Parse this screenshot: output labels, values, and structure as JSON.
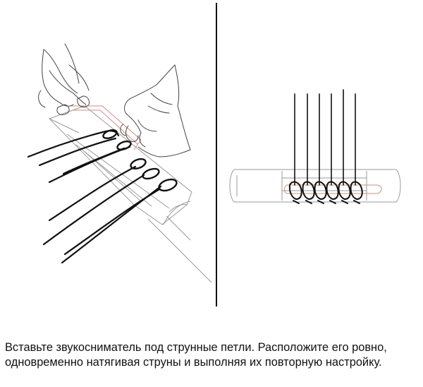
{
  "illustration": {
    "left_panel": "hands-installing-pickup",
    "right_panel": "pickup-under-string-loops",
    "colors": {
      "line": "#111111",
      "sketch": "#444444",
      "outline": "#9a9a9a",
      "pickup": "#d98a8a"
    }
  },
  "caption": {
    "text": "Вставьте звукосниматель под струнные петли. Расположите его ровно, одновременно натягивая струны и выполняя их повторную настройку."
  }
}
